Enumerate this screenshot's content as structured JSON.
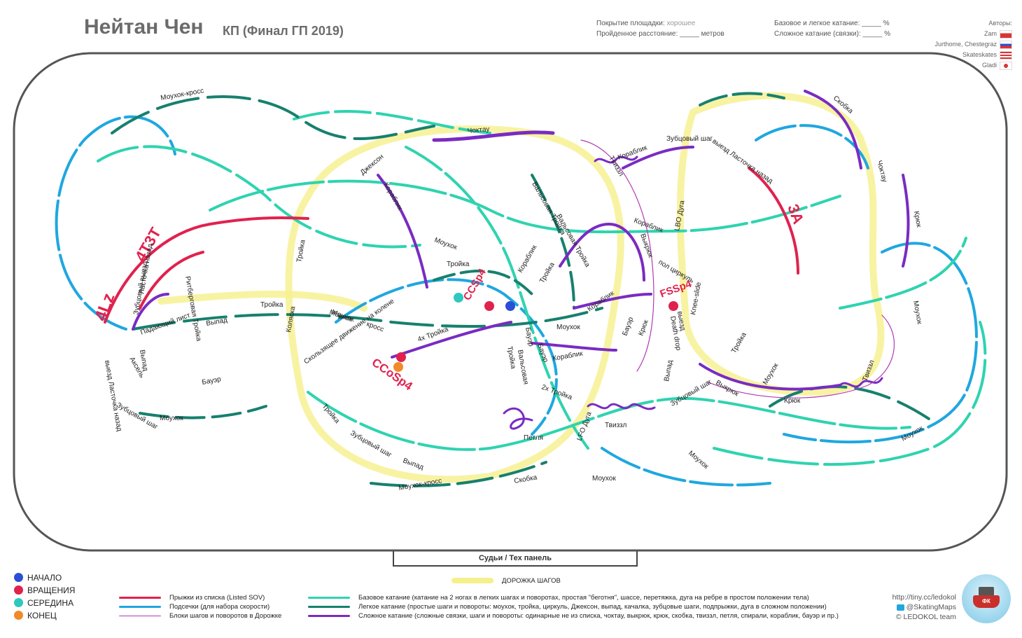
{
  "header": {
    "name": "Нейтан Чен",
    "program": "КП (Финал ГП 2019)",
    "stats": {
      "coverage_label": "Покрытие площадки:",
      "coverage_value": "хорошее",
      "distance": "Пройденное расстояние: _____ метров",
      "basic": "Базовое и легкое катание: _____ %",
      "complex": "Сложное катание (связки): _____ %"
    },
    "authors_label": "Авторы:",
    "authors": [
      "Zam",
      "Jurthome, Chestegraz",
      "Skateskates",
      "Gladi"
    ]
  },
  "colors": {
    "jump": "#e0224e",
    "approach": "#1fa7e0",
    "block": "#b23bb5",
    "basic": "#2fd3b0",
    "light": "#17806e",
    "complex": "#7a2bc2",
    "steps": "#f6f08c",
    "start": "#2a4fd6",
    "spin": "#e0224e",
    "middle": "#2fc8c0",
    "end": "#f08a2a"
  },
  "elements": {
    "jumps": [
      "4Lz",
      "4T3T",
      "3A"
    ],
    "spins": [
      "CCSp4",
      "FSSp4",
      "CCoSp4"
    ]
  },
  "labels": [
    "Моухок-кросс",
    "Чоктау",
    "Джексон",
    "Кораблик",
    "Твиззл",
    "Кораблик",
    "Зубцовый шаг",
    "Вальсовая Тройка",
    "Скобка",
    "выезд Ласточка назад",
    "Чоктау",
    "Крюк",
    "LBO Дуга",
    "Кораблик",
    "Выкрюк",
    "Моухок",
    "Тройка",
    "Кораблик",
    "Вальсовая Тройка",
    "Тройка",
    "Кораблик",
    "Бауэр",
    "Крюк",
    "Моухок",
    "Тройка",
    "Моухок",
    "Ритберговая Тройка",
    "Выпад",
    "Тройка",
    "Моухок",
    "кросс",
    "Скользящее движение на колене",
    "4х Тройка",
    "Бауэр",
    "Кораблик",
    "Тройка",
    "Вальсовая",
    "Knee-slide",
    "Death drop",
    "Выпад",
    "Выкрюк",
    "Моухок",
    "Крюк",
    "Твиззл",
    "Зубцовый выезд",
    "Ласточка назад",
    "Падающий лист",
    "Выпад",
    "Бауэр",
    "Аксель",
    "выезд Ласточка назад",
    "Зубцовый шаг",
    "Моухок",
    "Тройка",
    "Зубцовый шаг",
    "Выпад",
    "Моухок-кросс",
    "Петля",
    "2х Тройка",
    "LFO Дуга",
    "Твиззл",
    "Скобка",
    "Моухок",
    "Моухок",
    "Зубцовый шаг",
    "Моухок",
    "Моухок",
    "Тройка",
    "Коляска",
    "Бауэр",
    "пол циркуль",
    "выезд"
  ],
  "judges": "Судьи / Тех панель",
  "legend": {
    "markers": [
      {
        "label": "НАЧАЛО",
        "color": "#2a4fd6"
      },
      {
        "label": "ВРАЩЕНИЯ",
        "color": "#e0224e"
      },
      {
        "label": "СЕРЕДИНА",
        "color": "#2fc8c0"
      },
      {
        "label": "КОНЕЦ",
        "color": "#f08a2a"
      }
    ],
    "steps": "ДОРОЖКА ШАГОВ",
    "jumps": "Прыжки из списка (Listed SOV)",
    "approach": "Подсечки (для набора скорости)",
    "blocks": "Блоки шагов и поворотов в Дорожке",
    "basic": "Базовое катание (катание на 2 ногах в легких шагах и поворотах, простая \"беготня\", шассе, перетяжка, дуга на ребре в простом положении тела)",
    "light": "Легкое катание (простые шаги и повороты: моухок, тройка, циркуль, Джексон, выпад, качалка, зубцовые шаги, подпрыжки, дуга в сложном положении)",
    "complex": "Сложное катание (сложные связки, шаги и повороты: одинарные не из списка, чоктау, выкрюк, крюк, скобка, твиззл, петля, спирали, кораблик, бауэр и пр.)"
  },
  "credits": {
    "url": "http://tiny.cc/ledokol",
    "twitter": "@SkatingMaps",
    "team": "© LEDOKOL team",
    "logo_text": "ФК"
  }
}
